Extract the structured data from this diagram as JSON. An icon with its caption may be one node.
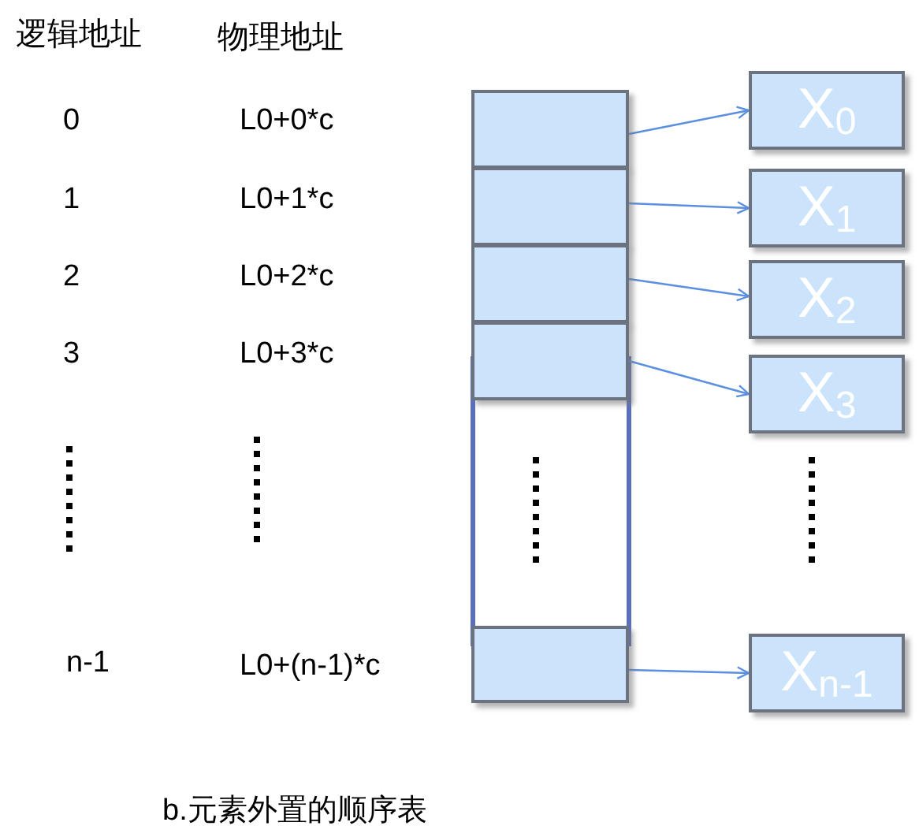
{
  "diagram": {
    "caption": "b.元素外置的顺序表",
    "nodes": [
      {
        "text": [],
        "shape": "box"
      },
      {
        "text": [],
        "shape": "box"
      },
      {
        "text": [],
        "shape": "box"
      },
      {
        "text": [],
        "shape": "box"
      },
      {
        "text": [],
        "shape": "box"
      },
      {
        "text": [
          "X$_{0}$"
        ]
      },
      {
        "text": [
          "X$_{1}$"
        ]
      },
      {
        "text": [
          "X$_{2}$"
        ]
      },
      {
        "text": [
          "X$_{3}$"
        ]
      },
      {
        "text": [
          "X$_{n-1}$"
        ]
      }
    ],
    "edges": [
      {
        "from": 0,
        "to": 5,
        "arrow": "to"
      },
      {
        "from": 1,
        "to": 6,
        "arrow": "to"
      },
      {
        "from": 2,
        "to": 7,
        "arrow": "to"
      },
      {
        "from": 3,
        "to": 8,
        "arrow": "to"
      },
      {
        "from": 4,
        "to": 9,
        "arrow": "to"
      }
    ],
    "labels": [
      "逻辑地址",
      "物理地址",
      "0",
      "L0+0*c",
      "1",
      "L0+1*c",
      "2",
      "L0+2*c",
      "3",
      "L0+3*c",
      "n-1",
      "L0+(n-1)*c"
    ]
  }
}
